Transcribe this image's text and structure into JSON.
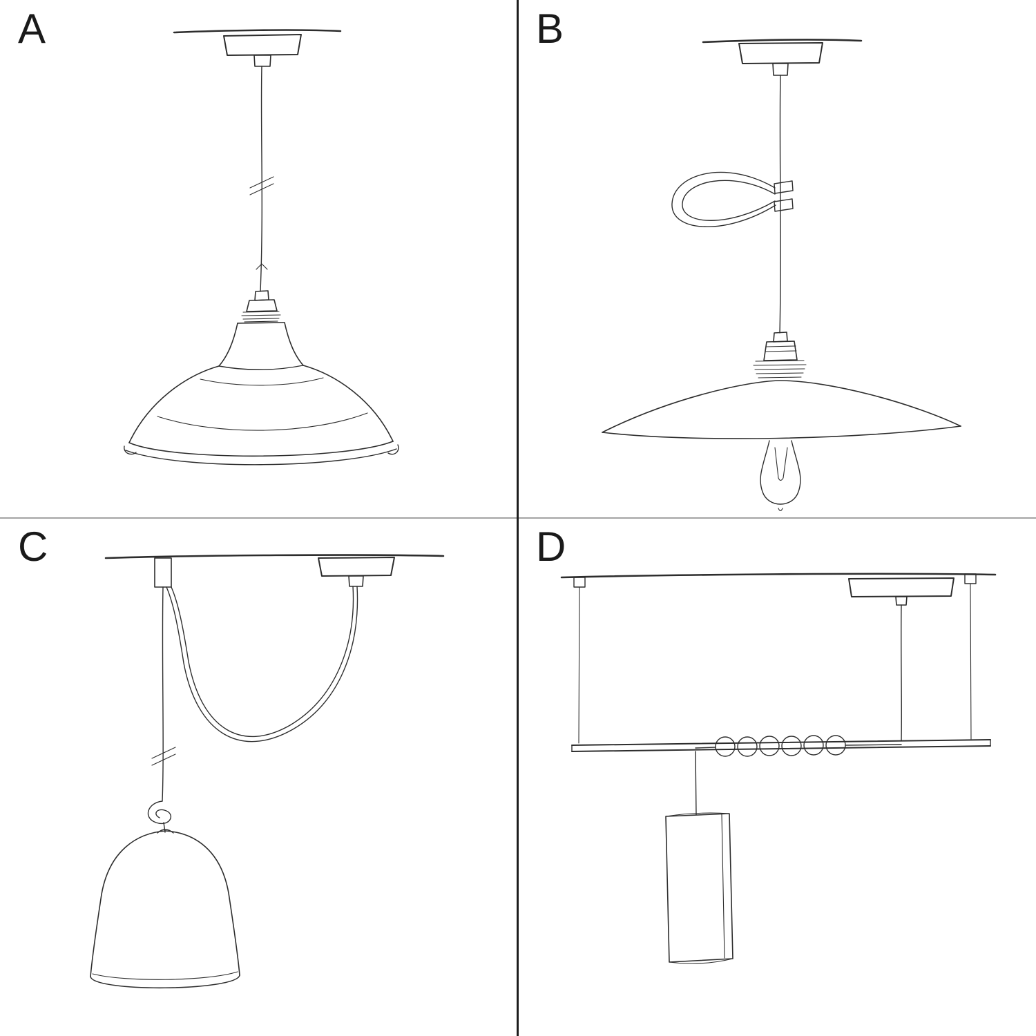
{
  "panels": [
    {
      "label": "A"
    },
    {
      "label": "B"
    },
    {
      "label": "C"
    },
    {
      "label": "D"
    }
  ],
  "colors": {
    "background": "#ffffff",
    "sketch_stroke": "#2d2d2d",
    "vertical_divider": "#1d1d1d",
    "horizontal_divider": "#a3a3a3",
    "label_color": "#1a1a1a"
  }
}
